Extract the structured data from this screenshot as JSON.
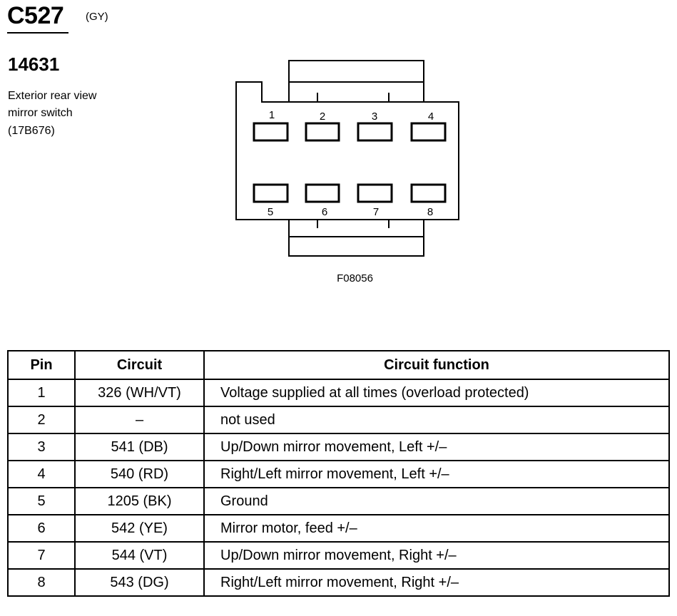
{
  "connector": {
    "id": "C527",
    "color": "(GY)",
    "part_number": "14631",
    "description_lines": [
      "Exterior rear view",
      "mirror switch",
      "(17B676)"
    ],
    "figure_id": "F08056",
    "top_pins": [
      "1",
      "2",
      "3",
      "4"
    ],
    "bottom_pins": [
      "5",
      "6",
      "7",
      "8"
    ]
  },
  "table": {
    "headers": [
      "Pin",
      "Circuit",
      "Circuit function"
    ],
    "rows": [
      {
        "pin": "1",
        "circuit": "326 (WH/VT)",
        "function": "Voltage supplied at all times (overload protected)"
      },
      {
        "pin": "2",
        "circuit": "–",
        "function": "not used"
      },
      {
        "pin": "3",
        "circuit": "541 (DB)",
        "function": "Up/Down mirror movement, Left +/–"
      },
      {
        "pin": "4",
        "circuit": "540 (RD)",
        "function": "Right/Left mirror movement, Left +/–"
      },
      {
        "pin": "5",
        "circuit": "1205 (BK)",
        "function": "Ground"
      },
      {
        "pin": "6",
        "circuit": "542 (YE)",
        "function": "Mirror motor, feed +/–"
      },
      {
        "pin": "7",
        "circuit": "544 (VT)",
        "function": "Up/Down mirror movement, Right +/–"
      },
      {
        "pin": "8",
        "circuit": "543 (DG)",
        "function": "Right/Left mirror movement, Right +/–"
      }
    ]
  }
}
